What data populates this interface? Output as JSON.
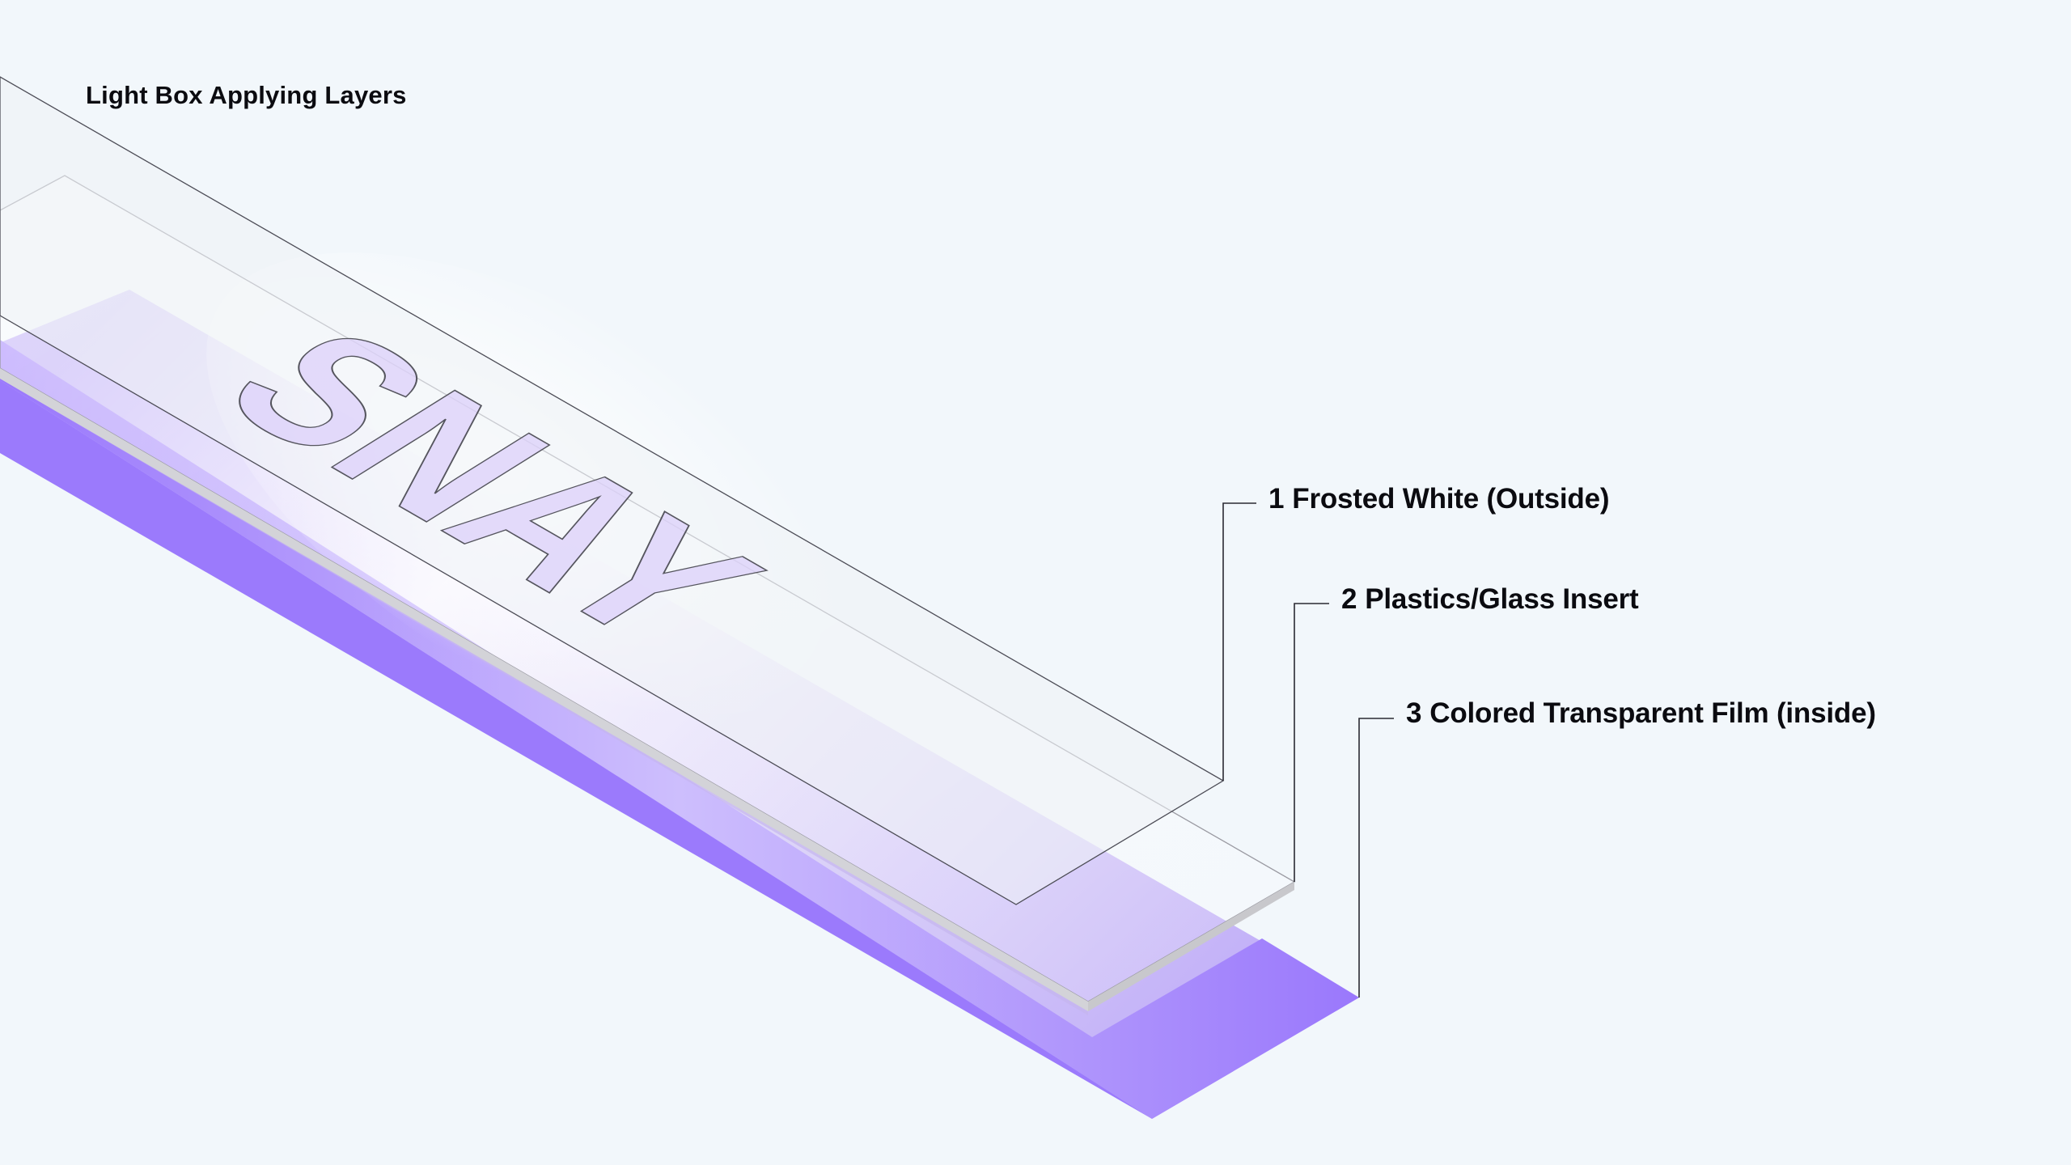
{
  "diagram": {
    "title": "Light Box Applying Layers",
    "logo_text": "SNAY",
    "layers": [
      {
        "number": "1",
        "label": "Frosted White (Outside)"
      },
      {
        "number": "2",
        "label": "Plastics/Glass Insert"
      },
      {
        "number": "3",
        "label": "Colored Transparent Film (inside)"
      }
    ],
    "colors": {
      "background": "#f2f7fb",
      "film_purple": "#9b79fd",
      "film_light": "#d5c8fc",
      "frosted_white": "#f0f4f7",
      "outline": "#3a3a44",
      "text": "#0b0b10"
    }
  }
}
